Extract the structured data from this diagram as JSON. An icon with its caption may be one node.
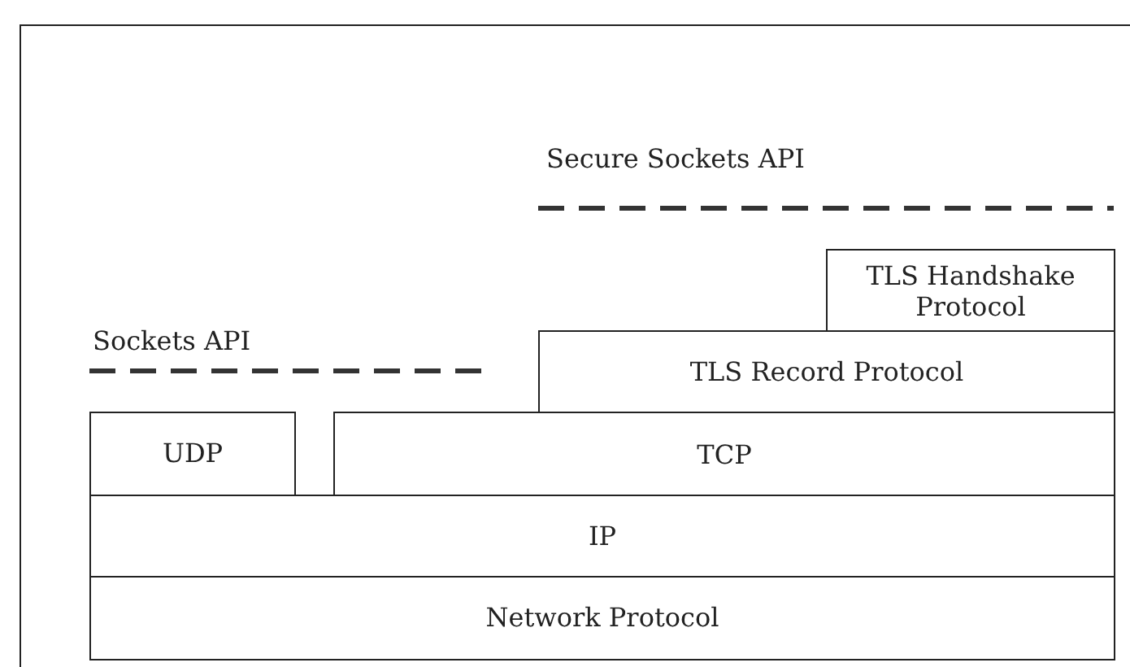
{
  "diagram": {
    "nodes": [
      {
        "text": [
          "TLS Handshake Protocol"
        ]
      },
      {
        "text": [
          "TLS Record Protocol"
        ]
      },
      {
        "text": [
          "UDP"
        ]
      },
      {
        "text": [
          "TCP"
        ]
      },
      {
        "text": [
          "IP"
        ]
      },
      {
        "text": [
          "Network Protocol"
        ]
      }
    ],
    "labels": [
      "Secure Sockets API",
      "Sockets API"
    ]
  }
}
